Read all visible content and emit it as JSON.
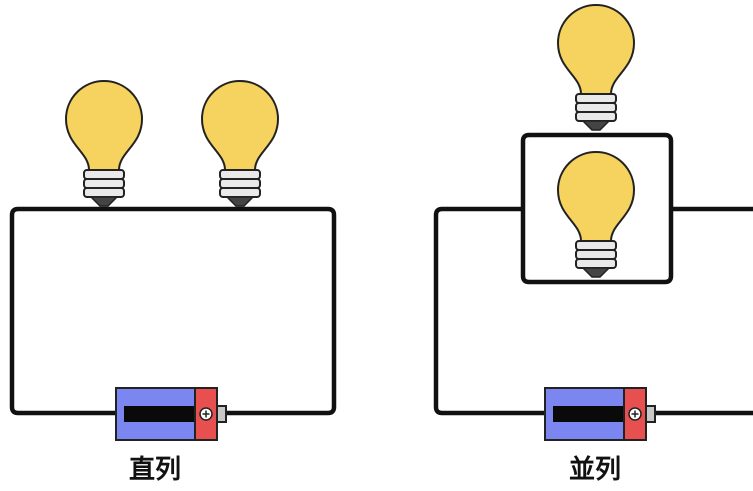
{
  "diagrams": [
    {
      "id": "series",
      "caption": "直列",
      "bulbs": 2,
      "batteries": 1
    },
    {
      "id": "parallel",
      "caption": "並列",
      "bulbs": 2,
      "batteries": 1
    }
  ],
  "battery": {
    "positive_symbol": "⊕"
  },
  "colors": {
    "wire": "#111111",
    "bulb_glass": "#f6d35f",
    "bulb_outline": "#222222",
    "bulb_base": "#e9e9e9",
    "battery_body": "#7b86f0",
    "battery_cap": "#e85050",
    "battery_stripe": "#0a0a0a",
    "terminal": "#c8c8c8"
  }
}
